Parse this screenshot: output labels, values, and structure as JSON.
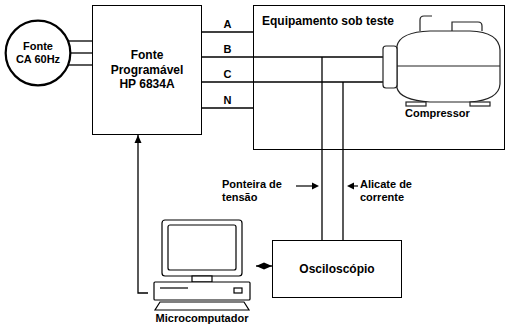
{
  "diagram": {
    "nodes": [
      {
        "text": [
          "Fonte CA 60Hz"
        ]
      },
      {
        "text": [
          "Fonte Programável HP 6834A"
        ]
      },
      {
        "text": [
          "Equipamento sob teste"
        ]
      },
      {
        "text": [
          "Osciloscópio"
        ]
      },
      {
        "text": [
          "Microcomputador"
        ]
      }
    ],
    "edges": [
      {
        "from": 0,
        "to": 1,
        "arrow": "none"
      },
      {
        "from": 1,
        "to": 2,
        "label": "A",
        "arrow": "none"
      },
      {
        "from": 1,
        "to": 2,
        "label": "B",
        "arrow": "none"
      },
      {
        "from": 1,
        "to": 2,
        "label": "C",
        "arrow": "none"
      },
      {
        "from": 1,
        "to": 2,
        "label": "N",
        "arrow": "none"
      },
      {
        "from": 4,
        "to": 1,
        "arrow": "to"
      },
      {
        "from": 4,
        "to": 3,
        "arrow": "both"
      },
      {
        "from": 2,
        "to": 3,
        "arrow": "none"
      },
      {
        "from": 2,
        "to": 3,
        "arrow": "none"
      }
    ],
    "labels": [
      "Compressor",
      "Ponteira de tensão",
      "Alicate de corrente"
    ]
  }
}
